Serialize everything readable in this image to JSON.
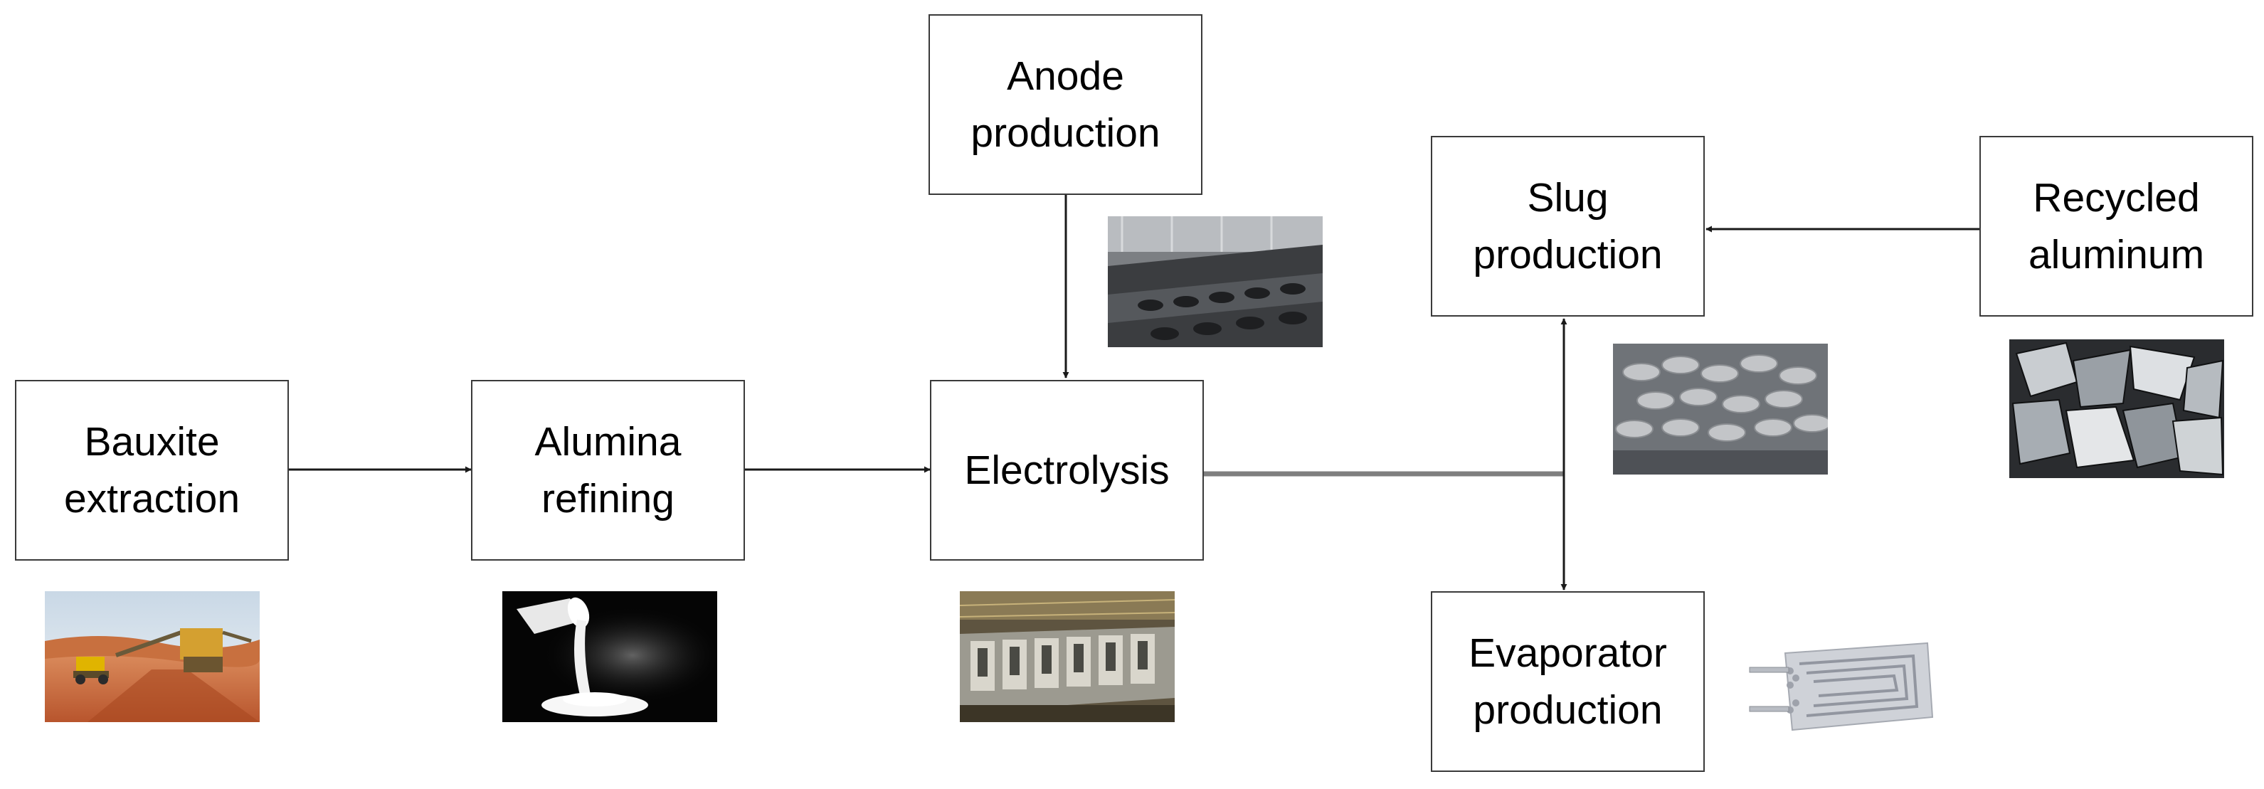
{
  "boxes": {
    "bauxite": "Bauxite\nextraction",
    "alumina": "Alumina\nrefining",
    "electrolysis": "Electrolysis",
    "anode": "Anode\nproduction",
    "slug": "Slug\nproduction",
    "recycled": "Recycled\naluminum",
    "evaporator": "Evaporator\nproduction"
  },
  "colors": {
    "box_border": "#3a3a3a",
    "arrow": "#1a1a1a",
    "thick_connector": "#7f7f7f"
  },
  "photos": {
    "bauxite": "bauxite-mining-photo",
    "alumina": "alumina-powder-photo",
    "anode": "carbon-anode-blocks-photo",
    "electrolysis": "electrolysis-potline-photo",
    "slug": "aluminum-slugs-photo",
    "recycled": "scrap-aluminum-photo",
    "evaporator": "roll-bond-evaporator-photo"
  }
}
